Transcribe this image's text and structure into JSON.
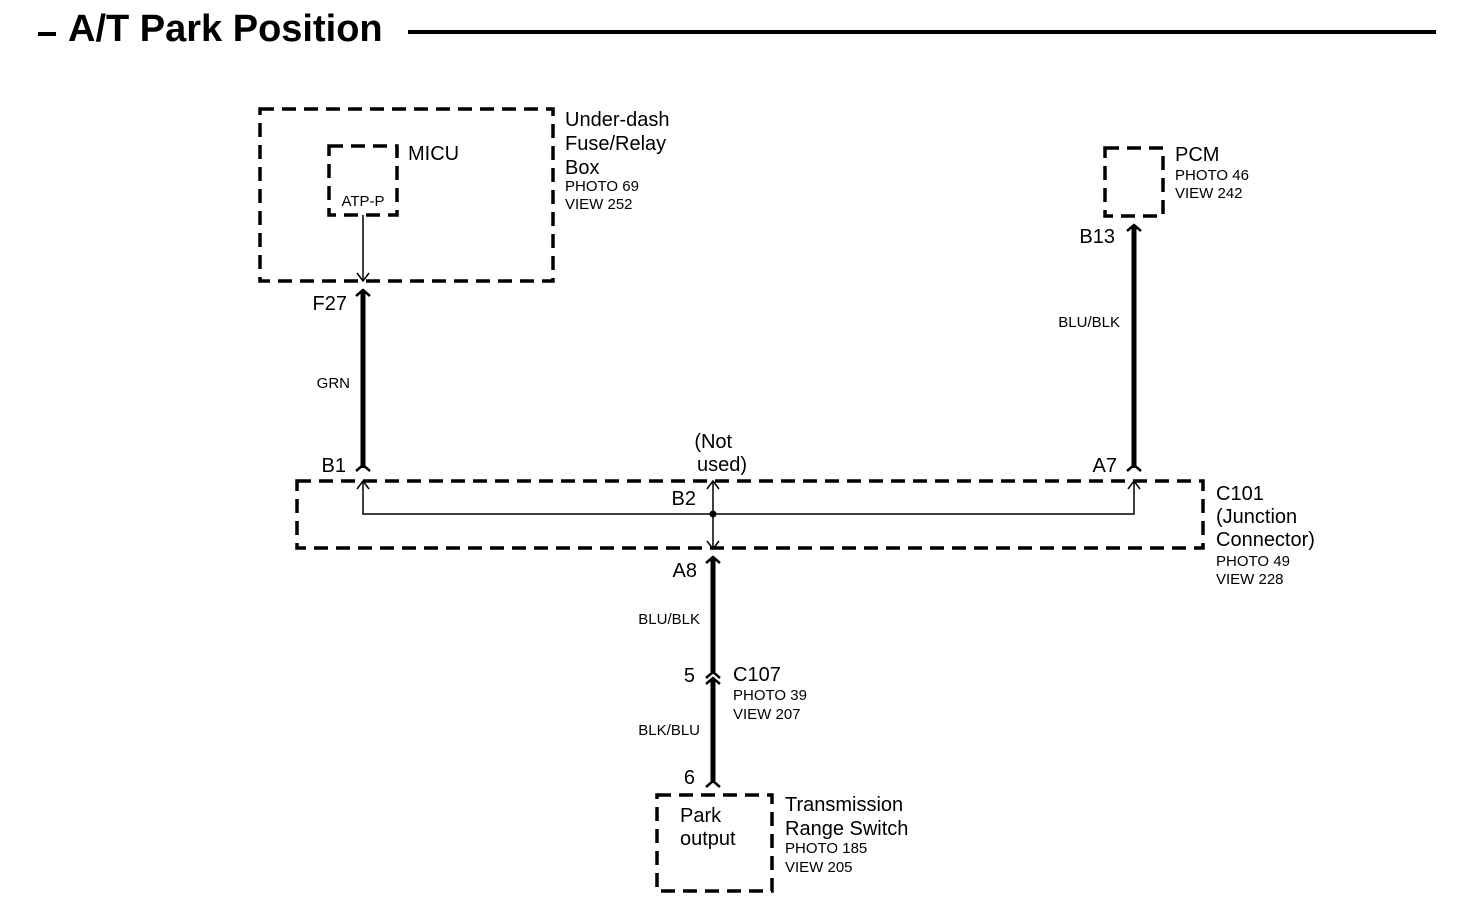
{
  "title": "A/T Park Position",
  "components": {
    "under_dash_box": {
      "name_lines": [
        "Under-dash",
        "Fuse/Relay",
        "Box"
      ],
      "photo": "PHOTO 69",
      "view": "VIEW 252"
    },
    "micu": {
      "name": "MICU",
      "terminal": "ATP-P"
    },
    "pcm": {
      "name": "PCM",
      "photo": "PHOTO 46",
      "view": "VIEW 242"
    },
    "c101": {
      "name_lines": [
        "C101",
        "(Junction",
        "Connector)"
      ],
      "photo": "PHOTO 49",
      "view": "VIEW 228"
    },
    "c107": {
      "name": "C107",
      "photo": "PHOTO 39",
      "view": "VIEW 207"
    },
    "trs": {
      "name_lines": [
        "Transmission",
        "Range Switch"
      ],
      "photo": "PHOTO 185",
      "view": "VIEW 205",
      "inner_lines": [
        "Park",
        "output"
      ]
    }
  },
  "pins": {
    "f27": "F27",
    "b13": "B13",
    "b1": "B1",
    "a7": "A7",
    "b2": "B2",
    "a8": "A8",
    "c107_pin": "5",
    "trs_pin": "6"
  },
  "not_used_lines": [
    "(Not",
    "used)"
  ],
  "wires": {
    "grn": "GRN",
    "pcm_wire": "BLU/BLK",
    "a8_wire": "BLU/BLK",
    "trs_wire": "BLK/BLU"
  }
}
